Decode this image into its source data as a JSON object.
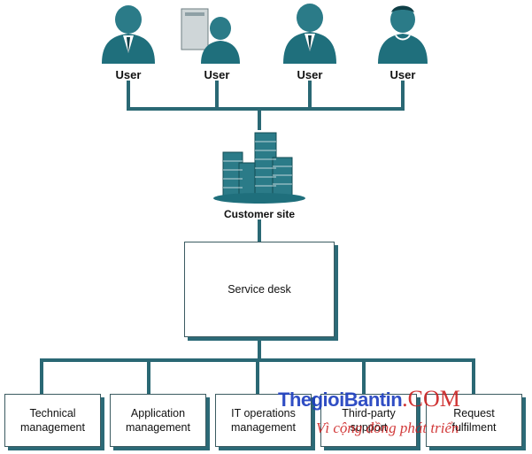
{
  "colors": {
    "line": "#2a6874",
    "icon": "#1f6f7c",
    "shadow": "#2c6a77"
  },
  "users": [
    {
      "label": "User",
      "icon": "user-business-icon"
    },
    {
      "label": "User",
      "icon": "user-computer-icon"
    },
    {
      "label": "User",
      "icon": "user-business-icon"
    },
    {
      "label": "User",
      "icon": "user-casual-icon"
    }
  ],
  "site": {
    "label": "Customer site",
    "icon": "buildings-icon"
  },
  "service_desk": {
    "label": "Service desk"
  },
  "teams": [
    {
      "label": "Technical\nmanagement"
    },
    {
      "label": "Application\nmanagement"
    },
    {
      "label": "IT operations\nmanagement"
    },
    {
      "label": "Third-party\nsupport"
    },
    {
      "label": "Request\nfulfilment"
    }
  ],
  "watermark": {
    "brand": "ThegioiBantin",
    "tld": ".COM",
    "tagline": "Vì cộng đồng phát triển"
  }
}
